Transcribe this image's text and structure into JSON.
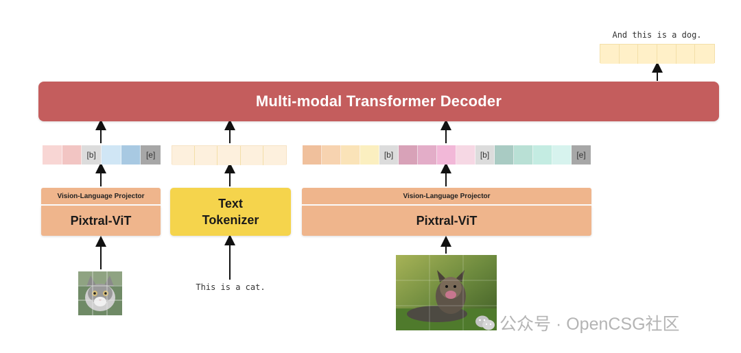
{
  "decoder": {
    "label": "Multi-modal Transformer Decoder"
  },
  "output": {
    "text": "And this is a dog.",
    "token_colors": [
      "#fff0c8",
      "#fff0c8",
      "#fff0c8",
      "#fff0c8",
      "#fff0c8",
      "#fff0c8"
    ]
  },
  "left_branch": {
    "projector_label": "Vision-Language Projector",
    "encoder_label": "Pixtral-ViT",
    "tokens": [
      {
        "color": "#f8d6d4",
        "label": ""
      },
      {
        "color": "#f2c5c3",
        "label": ""
      },
      {
        "color": "#dcdcdc",
        "label": "[b]"
      },
      {
        "color": "#d0e6f5",
        "label": ""
      },
      {
        "color": "#a8c9e2",
        "label": ""
      },
      {
        "color": "#a7a7a7",
        "label": "[e]"
      }
    ],
    "image_subject": "cat"
  },
  "middle_branch": {
    "tokenizer_line1": "Text",
    "tokenizer_line2": "Tokenizer",
    "input_text": "This is a cat.",
    "token_colors": [
      "#fdf0dd",
      "#fdf0dd",
      "#fdf0dd",
      "#fdf0dd",
      "#fdf0dd"
    ]
  },
  "right_branch": {
    "projector_label": "Vision-Language Projector",
    "encoder_label": "Pixtral-ViT",
    "tokens": [
      {
        "color": "#f0c09c",
        "label": ""
      },
      {
        "color": "#f7d3b0",
        "label": ""
      },
      {
        "color": "#fae3b8",
        "label": ""
      },
      {
        "color": "#fbefc0",
        "label": ""
      },
      {
        "color": "#dcdcdc",
        "label": "[b]"
      },
      {
        "color": "#d8a2b8",
        "label": ""
      },
      {
        "color": "#e3adc8",
        "label": ""
      },
      {
        "color": "#f2b8d8",
        "label": ""
      },
      {
        "color": "#f6d8e4",
        "label": ""
      },
      {
        "color": "#dcdcdc",
        "label": "[b]"
      },
      {
        "color": "#a9cbc3",
        "label": ""
      },
      {
        "color": "#b9e0d5",
        "label": ""
      },
      {
        "color": "#c4ece2",
        "label": ""
      },
      {
        "color": "#d7f3ee",
        "label": ""
      },
      {
        "color": "#a7a7a7",
        "label": "[e]"
      }
    ],
    "image_subject": "dog"
  },
  "watermark": {
    "text": "公众号 · OpenCSG社区"
  }
}
